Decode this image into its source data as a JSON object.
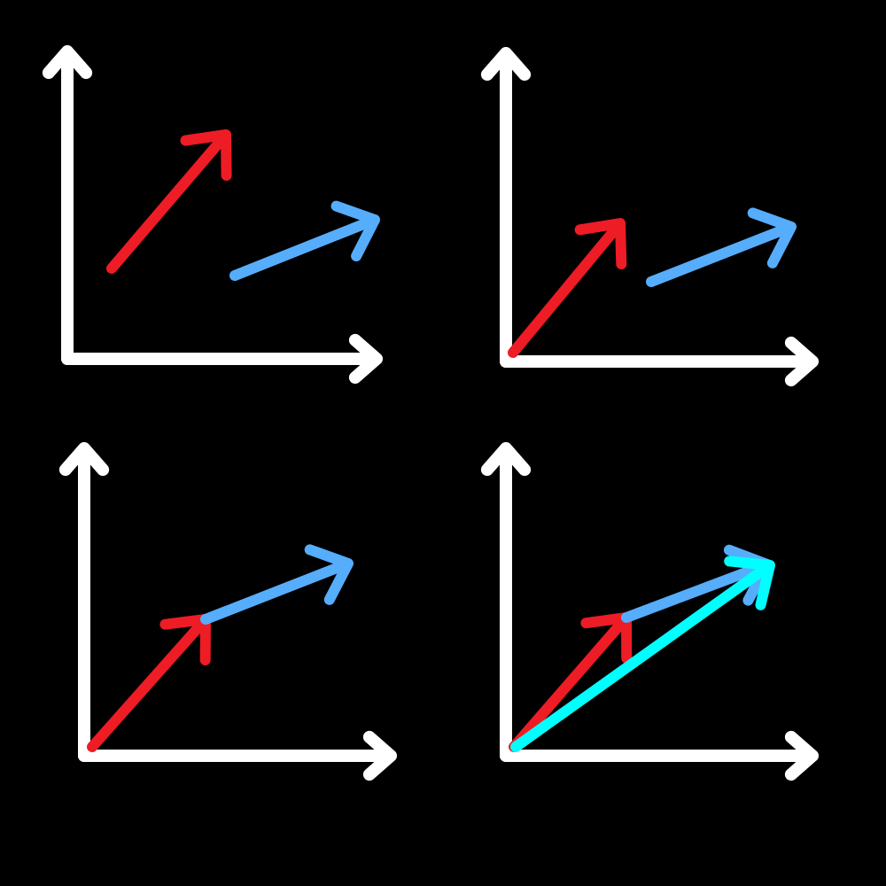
{
  "colors": {
    "background": "#000000",
    "axes": "#ffffff",
    "vector_a": "#ee1c25",
    "vector_b": "#56adfc",
    "vector_sum": "#00ffff"
  },
  "panels": [
    {
      "name": "vectors-separate",
      "vectors": [
        {
          "role": "a",
          "color_key": "vector_a"
        },
        {
          "role": "b",
          "color_key": "vector_b"
        }
      ]
    },
    {
      "name": "vector-a-from-origin",
      "vectors": [
        {
          "role": "a",
          "color_key": "vector_a"
        },
        {
          "role": "b",
          "color_key": "vector_b"
        }
      ]
    },
    {
      "name": "head-to-tail",
      "vectors": [
        {
          "role": "a",
          "color_key": "vector_a"
        },
        {
          "role": "b",
          "color_key": "vector_b"
        }
      ]
    },
    {
      "name": "resultant-sum",
      "vectors": [
        {
          "role": "a",
          "color_key": "vector_a"
        },
        {
          "role": "b",
          "color_key": "vector_b"
        },
        {
          "role": "sum",
          "color_key": "vector_sum"
        }
      ]
    }
  ]
}
